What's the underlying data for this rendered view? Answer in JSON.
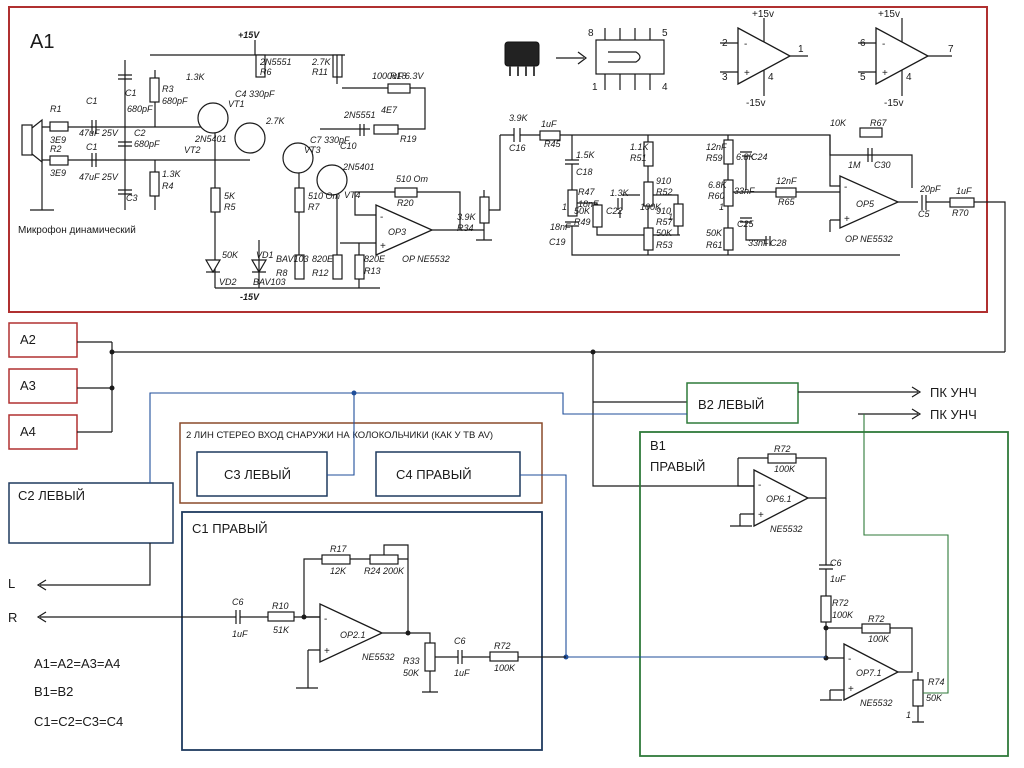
{
  "a1": {
    "title": "A1",
    "supply_plus": "+15V",
    "supply_minus": "-15V",
    "mic_label": "Микрофон динамический",
    "op3": "OP3",
    "op3_type": "OP  NE5532",
    "op5": "OP5",
    "op5_type": "OP  NE5532",
    "components": [
      "R1",
      "3E9",
      "R2",
      "3E9",
      "C1",
      "47uF 25V",
      "C1",
      "47uF 25V",
      "C1",
      "680pF",
      "C2",
      "680pF",
      "C3",
      "680pF",
      "R3",
      "1.3K",
      "R4",
      "1.3K",
      "C4 330pF",
      "VT1",
      "2N5401",
      "VT2",
      "2N5551",
      "R6",
      "2.7K",
      "R11",
      "2.7K",
      "C7 330pF",
      "VT3",
      "2N5401",
      "VT4",
      "2N5551",
      "C10",
      "1000uF 6.3V",
      "R18",
      "4E7",
      "R19",
      "5K",
      "R5",
      "510 Om",
      "R7",
      "510 Om",
      "R20",
      "3.9K",
      "R34",
      "50K",
      "VD1",
      "VD2",
      "BAV103",
      "BAV103",
      "R8",
      "820E",
      "R12",
      "820E",
      "R13",
      "3.9K",
      "C16",
      "1uF",
      "R45",
      "1.5K",
      "C18",
      "18nF",
      "C19",
      "18nF",
      "R47",
      "50K",
      "R49",
      "1.1K",
      "R51",
      "910",
      "R52",
      "50K",
      "R53",
      "910",
      "R57",
      "1.3K",
      "C22",
      "12nF",
      "R59",
      "6.8K",
      "R60",
      "50K",
      "R61",
      "6.8K",
      "C24",
      "33nF",
      "C25",
      "33nF",
      "C28",
      "12nF",
      "R65",
      "10K",
      "R67",
      "1M",
      "C30",
      "20pF",
      "C5",
      "1uF",
      "R70",
      "100K",
      "1",
      "1",
      "1",
      "1"
    ],
    "pinout": {
      "chip_pins": [
        "8",
        "5",
        "1",
        "4"
      ],
      "amp1_pins": [
        "+15v",
        "2",
        "3",
        "1",
        "4",
        "-15v"
      ],
      "amp2_pins": [
        "+15v",
        "6",
        "5",
        "7",
        "4",
        "-15v"
      ]
    }
  },
  "blocks": {
    "a2": "A2",
    "a3": "A3",
    "a4": "A4",
    "c2": "C2   ЛЕВЫЙ",
    "c3": "С3 ЛЕВЫЙ",
    "c4": "С4 ПРАВЫЙ",
    "c1": "C1   ПРАВЫЙ",
    "b2": "B2  ЛЕВЫЙ",
    "b1_line1": "B1",
    "b1_line2": "ПРАВЫЙ",
    "stereo_input": "2 ЛИН СТЕРЕО ВХОД СНАРУЖИ НА КОЛОКОЛЬЧИКИ (КАК У ТВ AV)"
  },
  "outputs": {
    "pk_left": "ПК  УНЧ",
    "pk_right": "ПК  УНЧ",
    "l": "L",
    "r": "R"
  },
  "c1_circuit": {
    "op": "OP2.1",
    "op_type": "NE5532",
    "parts": [
      "C6",
      "1uF",
      "R10",
      "51K",
      "R17",
      "12K",
      "R24 200K",
      "R33",
      "50K",
      "C6",
      "1uF",
      "R72",
      "100K"
    ]
  },
  "b1_circuit": {
    "op61": "OP6.1",
    "op61_type": "NE5532",
    "op71": "OP7.1",
    "op71_type": "NE5532",
    "parts": [
      "R72",
      "100K",
      "C6",
      "1uF",
      "R72",
      "100K",
      "R72",
      "100K",
      "R74",
      "50K",
      "1"
    ]
  },
  "legend": {
    "eq_a": "A1=A2=A3=A4",
    "eq_b": "B1=B2",
    "eq_c": "C1=C2=C3=C4",
    "color_a": "#b03030",
    "color_b": "#2f7a3a",
    "color_c": "#1a2a4a"
  },
  "colors": {
    "a_border": "#b03030",
    "b_border": "#2f7a3a",
    "c_border": "#1f3a5f",
    "stereo_border": "#8a4a2a"
  }
}
